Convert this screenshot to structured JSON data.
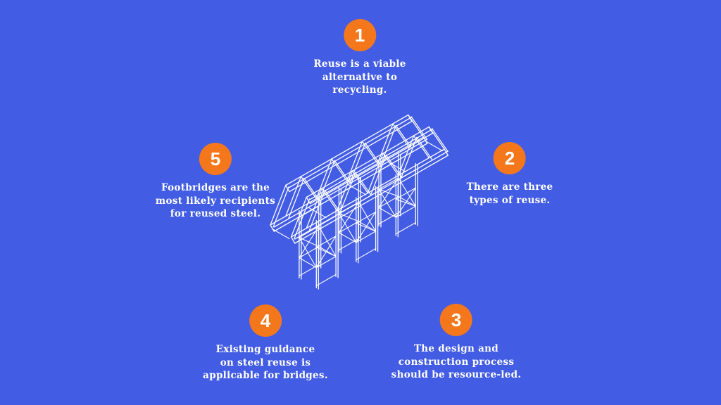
{
  "colors": {
    "background": "#425CE3",
    "badge_orange": "#F4781B",
    "text_white": "#FFFFFF",
    "line_art": "#FFFFFF"
  },
  "illustration": {
    "name": "isometric-truss-footbridge-line-drawing"
  },
  "steps": [
    {
      "number": "1",
      "lines": [
        "Reuse is a viable",
        "alternative to",
        "recycling."
      ]
    },
    {
      "number": "2",
      "lines": [
        "There are three",
        "types of reuse."
      ]
    },
    {
      "number": "3",
      "lines": [
        "The design and",
        "construction process",
        "should be resource-led."
      ]
    },
    {
      "number": "4",
      "lines": [
        "Existing guidance",
        "on steel reuse is",
        "applicable for bridges."
      ]
    },
    {
      "number": "5",
      "lines": [
        "Footbridges are the",
        "most likely recipients",
        "for reused steel."
      ]
    }
  ]
}
